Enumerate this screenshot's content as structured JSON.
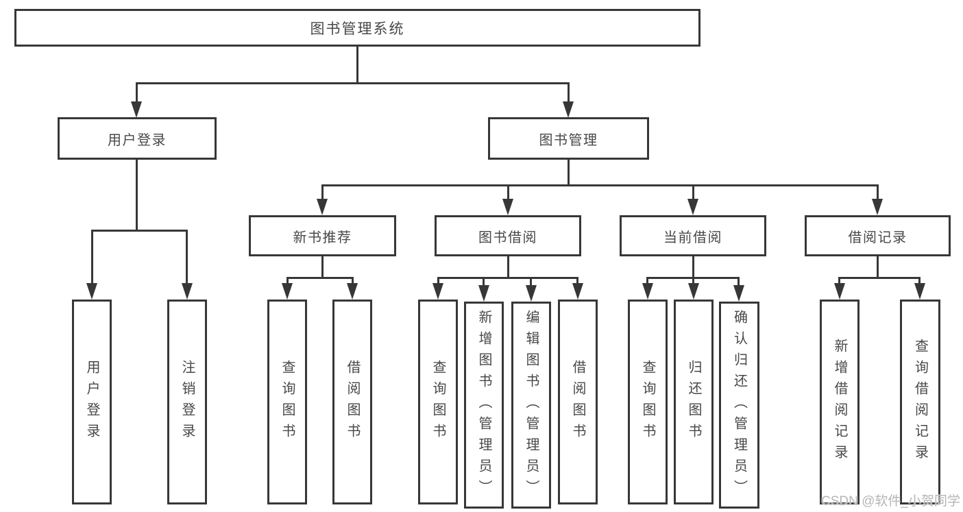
{
  "diagram": {
    "root": {
      "label": "图书管理系统"
    },
    "branches": [
      {
        "label": "用户登录",
        "children": [
          {
            "label": "用户登录"
          },
          {
            "label": "注销登录"
          }
        ]
      },
      {
        "label": "图书管理",
        "children": [
          {
            "label": "新书推荐",
            "children": [
              {
                "label": "查询图书"
              },
              {
                "label": "借阅图书"
              }
            ]
          },
          {
            "label": "图书借阅",
            "children": [
              {
                "label": "查询图书"
              },
              {
                "label": "新增图书（管理员）"
              },
              {
                "label": "编辑图书（管理员）"
              },
              {
                "label": "借阅图书"
              }
            ]
          },
          {
            "label": "当前借阅",
            "children": [
              {
                "label": "查询图书"
              },
              {
                "label": "归还图书"
              },
              {
                "label": "确认归还（管理员）"
              }
            ]
          },
          {
            "label": "借阅记录",
            "children": [
              {
                "label": "新增借阅记录"
              },
              {
                "label": "查询借阅记录"
              }
            ]
          }
        ]
      }
    ]
  },
  "watermark": {
    "text": "CSDN @软件_小贺同学"
  },
  "colors": {
    "line": "#373737",
    "text": "#484848",
    "watermark": "#b5b5b5",
    "background": "#ffffff"
  }
}
